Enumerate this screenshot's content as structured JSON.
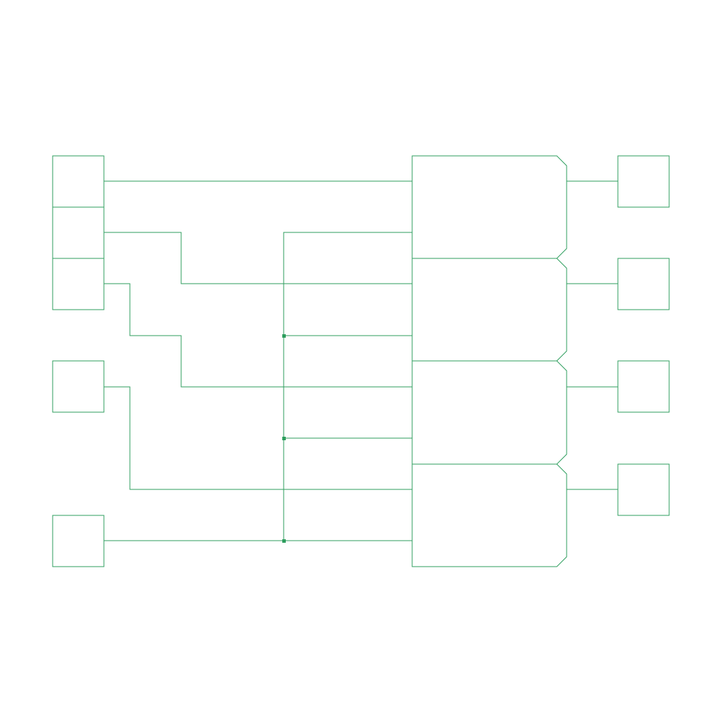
{
  "diagram": {
    "type": "logic-circuit",
    "colors": {
      "stroke": "#2e9e5e",
      "background": "#ffffff"
    },
    "inputs": [
      {
        "id": "in-1"
      },
      {
        "id": "in-2"
      },
      {
        "id": "in-3"
      },
      {
        "id": "in-4"
      },
      {
        "id": "in-5"
      }
    ],
    "gates": [
      {
        "id": "gate-1",
        "output": "out-1"
      },
      {
        "id": "gate-2",
        "output": "out-2"
      },
      {
        "id": "gate-3",
        "output": "out-3"
      },
      {
        "id": "gate-4",
        "output": "out-4"
      }
    ],
    "outputs": [
      {
        "id": "out-1"
      },
      {
        "id": "out-2"
      },
      {
        "id": "out-3"
      },
      {
        "id": "out-4"
      }
    ],
    "junction_count": 3
  }
}
